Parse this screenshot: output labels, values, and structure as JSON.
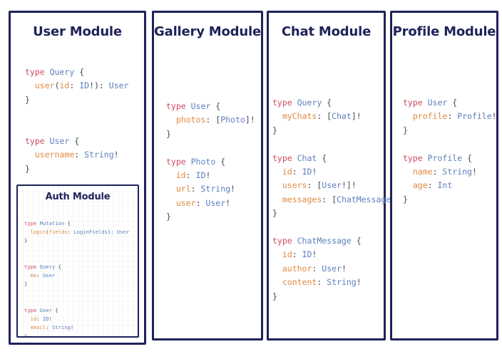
{
  "theme": {
    "border_color": "#1f2259",
    "title_color": "#1f2259",
    "background": "#ffffff",
    "keyword_color": "#cf4a62",
    "type_color": "#5b7fbd",
    "field_color": "#e08a42",
    "punct_color": "#4a4a58"
  },
  "modules": [
    {
      "id": "user",
      "title": "User Module",
      "code": [
        [
          {
            "t": "type ",
            "c": "kw"
          },
          {
            "t": "Query",
            "c": "type"
          },
          {
            "t": " {",
            "c": "punct"
          }
        ],
        [
          {
            "t": "  ",
            "c": "punct"
          },
          {
            "t": "user",
            "c": "field"
          },
          {
            "t": "(",
            "c": "punct"
          },
          {
            "t": "id",
            "c": "field"
          },
          {
            "t": ": ",
            "c": "punct"
          },
          {
            "t": "ID",
            "c": "type"
          },
          {
            "t": "!): ",
            "c": "punct"
          },
          {
            "t": "User",
            "c": "type"
          }
        ],
        [
          {
            "t": "}",
            "c": "punct"
          }
        ],
        [
          {
            "t": "",
            "c": "punct"
          }
        ],
        [
          {
            "t": "",
            "c": "punct"
          }
        ],
        [
          {
            "t": "type ",
            "c": "kw"
          },
          {
            "t": "User",
            "c": "type"
          },
          {
            "t": " {",
            "c": "punct"
          }
        ],
        [
          {
            "t": "  ",
            "c": "punct"
          },
          {
            "t": "username",
            "c": "field"
          },
          {
            "t": ": ",
            "c": "punct"
          },
          {
            "t": "String",
            "c": "type"
          },
          {
            "t": "!",
            "c": "punct"
          }
        ],
        [
          {
            "t": "}",
            "c": "punct"
          }
        ]
      ]
    },
    {
      "id": "auth",
      "title": "Auth Module",
      "code": [
        [
          {
            "t": "type ",
            "c": "kw"
          },
          {
            "t": "Mutation",
            "c": "type"
          },
          {
            "t": " {",
            "c": "punct"
          }
        ],
        [
          {
            "t": "  ",
            "c": "punct"
          },
          {
            "t": "login",
            "c": "field"
          },
          {
            "t": "(",
            "c": "punct"
          },
          {
            "t": "fields",
            "c": "field"
          },
          {
            "t": ": ",
            "c": "punct"
          },
          {
            "t": "LoginFields",
            "c": "type"
          },
          {
            "t": "): ",
            "c": "punct"
          },
          {
            "t": "User",
            "c": "type"
          }
        ],
        [
          {
            "t": "}",
            "c": "punct"
          }
        ],
        [
          {
            "t": "",
            "c": "punct"
          }
        ],
        [
          {
            "t": "",
            "c": "punct"
          }
        ],
        [
          {
            "t": "type ",
            "c": "kw"
          },
          {
            "t": "Query",
            "c": "type"
          },
          {
            "t": " {",
            "c": "punct"
          }
        ],
        [
          {
            "t": "  ",
            "c": "punct"
          },
          {
            "t": "me",
            "c": "field"
          },
          {
            "t": ": ",
            "c": "punct"
          },
          {
            "t": "User",
            "c": "type"
          }
        ],
        [
          {
            "t": "}",
            "c": "punct"
          }
        ],
        [
          {
            "t": "",
            "c": "punct"
          }
        ],
        [
          {
            "t": "",
            "c": "punct"
          }
        ],
        [
          {
            "t": "type ",
            "c": "kw"
          },
          {
            "t": "User",
            "c": "type"
          },
          {
            "t": " {",
            "c": "punct"
          }
        ],
        [
          {
            "t": "  ",
            "c": "punct"
          },
          {
            "t": "id",
            "c": "field"
          },
          {
            "t": ": ",
            "c": "punct"
          },
          {
            "t": "ID",
            "c": "type"
          },
          {
            "t": "!",
            "c": "punct"
          }
        ],
        [
          {
            "t": "  ",
            "c": "punct"
          },
          {
            "t": "email",
            "c": "field"
          },
          {
            "t": ": ",
            "c": "punct"
          },
          {
            "t": "String",
            "c": "type"
          },
          {
            "t": "!",
            "c": "punct"
          }
        ],
        [
          {
            "t": "}",
            "c": "punct"
          }
        ]
      ]
    },
    {
      "id": "gallery",
      "title": "Gallery Module",
      "code": [
        [
          {
            "t": "type ",
            "c": "kw"
          },
          {
            "t": "User",
            "c": "type"
          },
          {
            "t": " {",
            "c": "punct"
          }
        ],
        [
          {
            "t": "  ",
            "c": "punct"
          },
          {
            "t": "photos",
            "c": "field"
          },
          {
            "t": ": [",
            "c": "punct"
          },
          {
            "t": "Photo",
            "c": "type"
          },
          {
            "t": "]!",
            "c": "punct"
          }
        ],
        [
          {
            "t": "}",
            "c": "punct"
          }
        ],
        [
          {
            "t": "",
            "c": "punct"
          }
        ],
        [
          {
            "t": "type ",
            "c": "kw"
          },
          {
            "t": "Photo",
            "c": "type"
          },
          {
            "t": " {",
            "c": "punct"
          }
        ],
        [
          {
            "t": "  ",
            "c": "punct"
          },
          {
            "t": "id",
            "c": "field"
          },
          {
            "t": ": ",
            "c": "punct"
          },
          {
            "t": "ID",
            "c": "type"
          },
          {
            "t": "!",
            "c": "punct"
          }
        ],
        [
          {
            "t": "  ",
            "c": "punct"
          },
          {
            "t": "url",
            "c": "field"
          },
          {
            "t": ": ",
            "c": "punct"
          },
          {
            "t": "String",
            "c": "type"
          },
          {
            "t": "!",
            "c": "punct"
          }
        ],
        [
          {
            "t": "  ",
            "c": "punct"
          },
          {
            "t": "user",
            "c": "field"
          },
          {
            "t": ": ",
            "c": "punct"
          },
          {
            "t": "User",
            "c": "type"
          },
          {
            "t": "!",
            "c": "punct"
          }
        ],
        [
          {
            "t": "}",
            "c": "punct"
          }
        ]
      ]
    },
    {
      "id": "chat",
      "title": "Chat Module",
      "code": [
        [
          {
            "t": "type ",
            "c": "kw"
          },
          {
            "t": "Query",
            "c": "type"
          },
          {
            "t": " {",
            "c": "punct"
          }
        ],
        [
          {
            "t": "  ",
            "c": "punct"
          },
          {
            "t": "myChats",
            "c": "field"
          },
          {
            "t": ": [",
            "c": "punct"
          },
          {
            "t": "Chat",
            "c": "type"
          },
          {
            "t": "]!",
            "c": "punct"
          }
        ],
        [
          {
            "t": "}",
            "c": "punct"
          }
        ],
        [
          {
            "t": "",
            "c": "punct"
          }
        ],
        [
          {
            "t": "type ",
            "c": "kw"
          },
          {
            "t": "Chat",
            "c": "type"
          },
          {
            "t": " {",
            "c": "punct"
          }
        ],
        [
          {
            "t": "  ",
            "c": "punct"
          },
          {
            "t": "id",
            "c": "field"
          },
          {
            "t": ": ",
            "c": "punct"
          },
          {
            "t": "ID",
            "c": "type"
          },
          {
            "t": "!",
            "c": "punct"
          }
        ],
        [
          {
            "t": "  ",
            "c": "punct"
          },
          {
            "t": "users",
            "c": "field"
          },
          {
            "t": ": [",
            "c": "punct"
          },
          {
            "t": "User",
            "c": "type"
          },
          {
            "t": "!]!",
            "c": "punct"
          }
        ],
        [
          {
            "t": "  ",
            "c": "punct"
          },
          {
            "t": "messages",
            "c": "field"
          },
          {
            "t": ": [",
            "c": "punct"
          },
          {
            "t": "ChatMessage",
            "c": "type"
          },
          {
            "t": "]!",
            "c": "punct"
          }
        ],
        [
          {
            "t": "}",
            "c": "punct"
          }
        ],
        [
          {
            "t": "",
            "c": "punct"
          }
        ],
        [
          {
            "t": "type ",
            "c": "kw"
          },
          {
            "t": "ChatMessage",
            "c": "type"
          },
          {
            "t": " {",
            "c": "punct"
          }
        ],
        [
          {
            "t": "  ",
            "c": "punct"
          },
          {
            "t": "id",
            "c": "field"
          },
          {
            "t": ": ",
            "c": "punct"
          },
          {
            "t": "ID",
            "c": "type"
          },
          {
            "t": "!",
            "c": "punct"
          }
        ],
        [
          {
            "t": "  ",
            "c": "punct"
          },
          {
            "t": "author",
            "c": "field"
          },
          {
            "t": ": ",
            "c": "punct"
          },
          {
            "t": "User",
            "c": "type"
          },
          {
            "t": "!",
            "c": "punct"
          }
        ],
        [
          {
            "t": "  ",
            "c": "punct"
          },
          {
            "t": "content",
            "c": "field"
          },
          {
            "t": ": ",
            "c": "punct"
          },
          {
            "t": "String",
            "c": "type"
          },
          {
            "t": "!",
            "c": "punct"
          }
        ],
        [
          {
            "t": "}",
            "c": "punct"
          }
        ]
      ]
    },
    {
      "id": "profile",
      "title": "Profile Module",
      "code": [
        [
          {
            "t": "type ",
            "c": "kw"
          },
          {
            "t": "User",
            "c": "type"
          },
          {
            "t": " {",
            "c": "punct"
          }
        ],
        [
          {
            "t": "  ",
            "c": "punct"
          },
          {
            "t": "profile",
            "c": "field"
          },
          {
            "t": ": ",
            "c": "punct"
          },
          {
            "t": "Profile",
            "c": "type"
          },
          {
            "t": "!",
            "c": "punct"
          }
        ],
        [
          {
            "t": "}",
            "c": "punct"
          }
        ],
        [
          {
            "t": "",
            "c": "punct"
          }
        ],
        [
          {
            "t": "type ",
            "c": "kw"
          },
          {
            "t": "Profile",
            "c": "type"
          },
          {
            "t": " {",
            "c": "punct"
          }
        ],
        [
          {
            "t": "  ",
            "c": "punct"
          },
          {
            "t": "name",
            "c": "field"
          },
          {
            "t": ": ",
            "c": "punct"
          },
          {
            "t": "String",
            "c": "type"
          },
          {
            "t": "!",
            "c": "punct"
          }
        ],
        [
          {
            "t": "  ",
            "c": "punct"
          },
          {
            "t": "age",
            "c": "field"
          },
          {
            "t": ": ",
            "c": "punct"
          },
          {
            "t": "Int",
            "c": "type"
          }
        ],
        [
          {
            "t": "}",
            "c": "punct"
          }
        ]
      ]
    }
  ]
}
